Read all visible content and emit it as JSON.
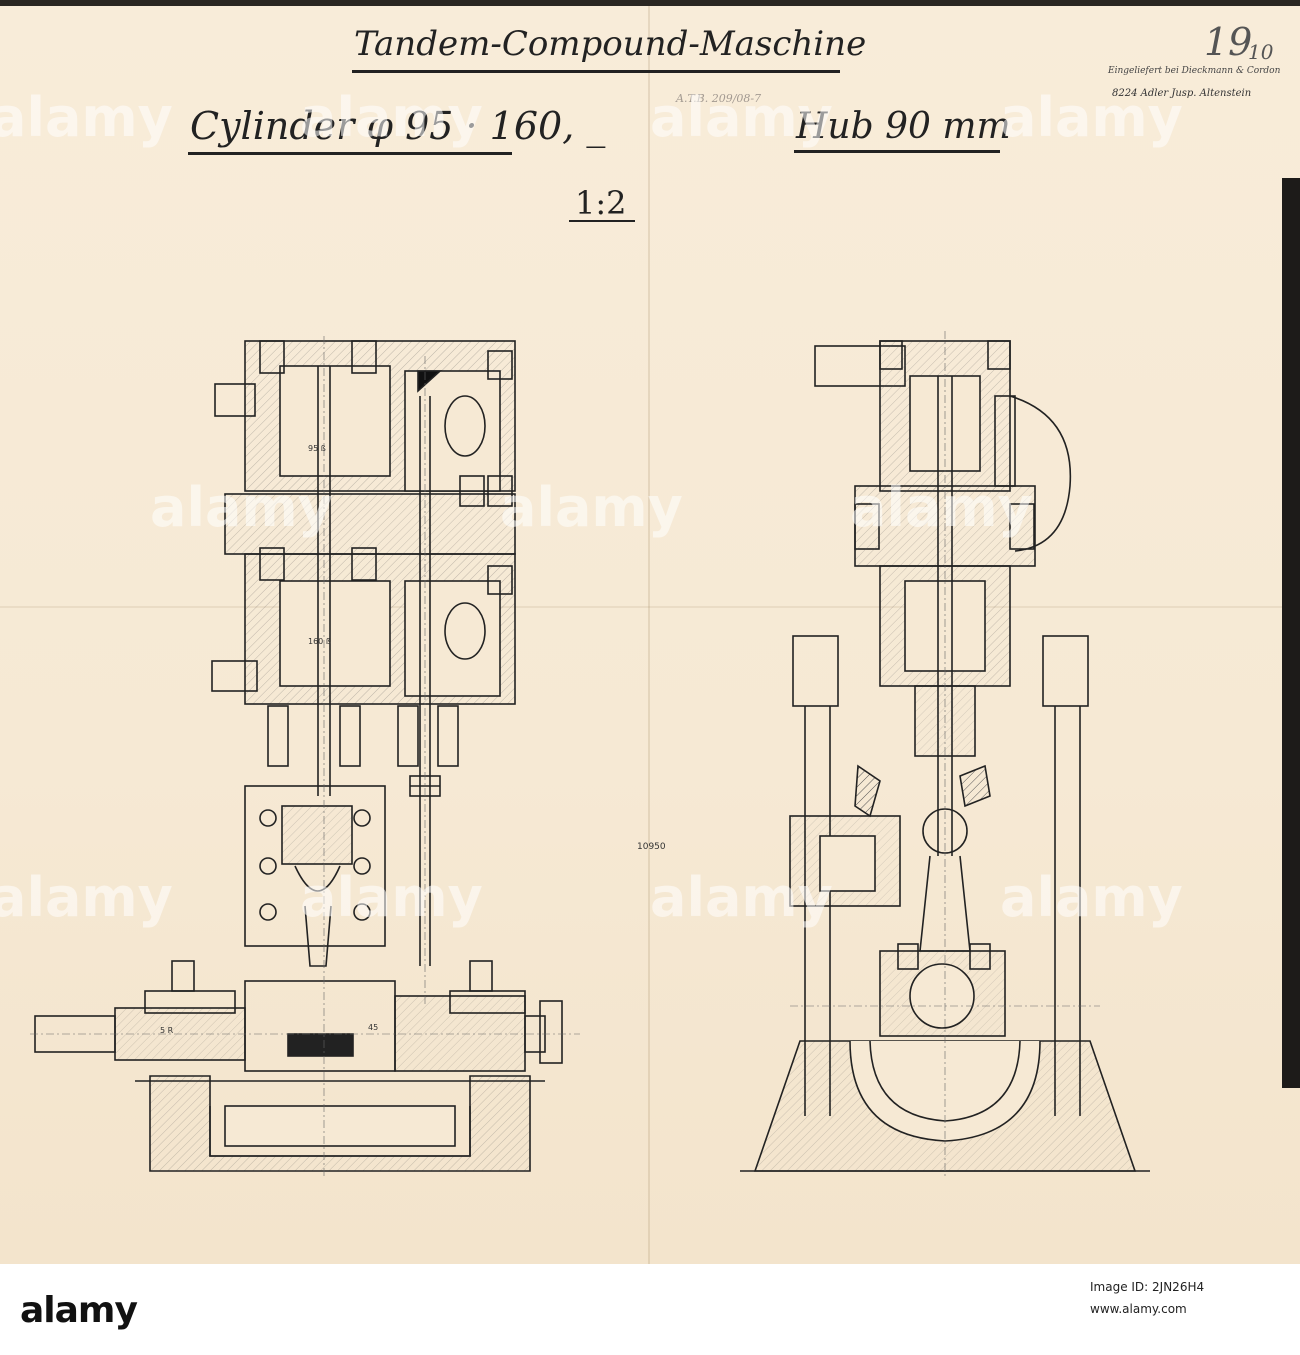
{
  "drawing": {
    "title": "Tandem-Compound-Maschine",
    "cylinder": "Cylinder φ 95 · 160, _",
    "stroke": "Hub 90 mm",
    "scale": "1:2",
    "sheet_number": "19",
    "sheet_sub": "10",
    "stamp_text": "Eingeliefert bei Dieckmann & Cordon",
    "inventory_text": "8224 Adler Jusp. Altenstein",
    "pencil_note": "A.T.B. 209/08-7",
    "center_note": "10950",
    "dimension_labels": [
      "95 ß",
      "160 ß",
      "5 R",
      "45"
    ]
  },
  "footer": {
    "logo": "alamy",
    "image_id_label": "Image ID: 2JN26H4",
    "url": "www.alamy.com"
  },
  "watermark": "alamy",
  "colors": {
    "paper": "#f6e9d4",
    "ink": "#222222",
    "band": "#1d1b19"
  }
}
